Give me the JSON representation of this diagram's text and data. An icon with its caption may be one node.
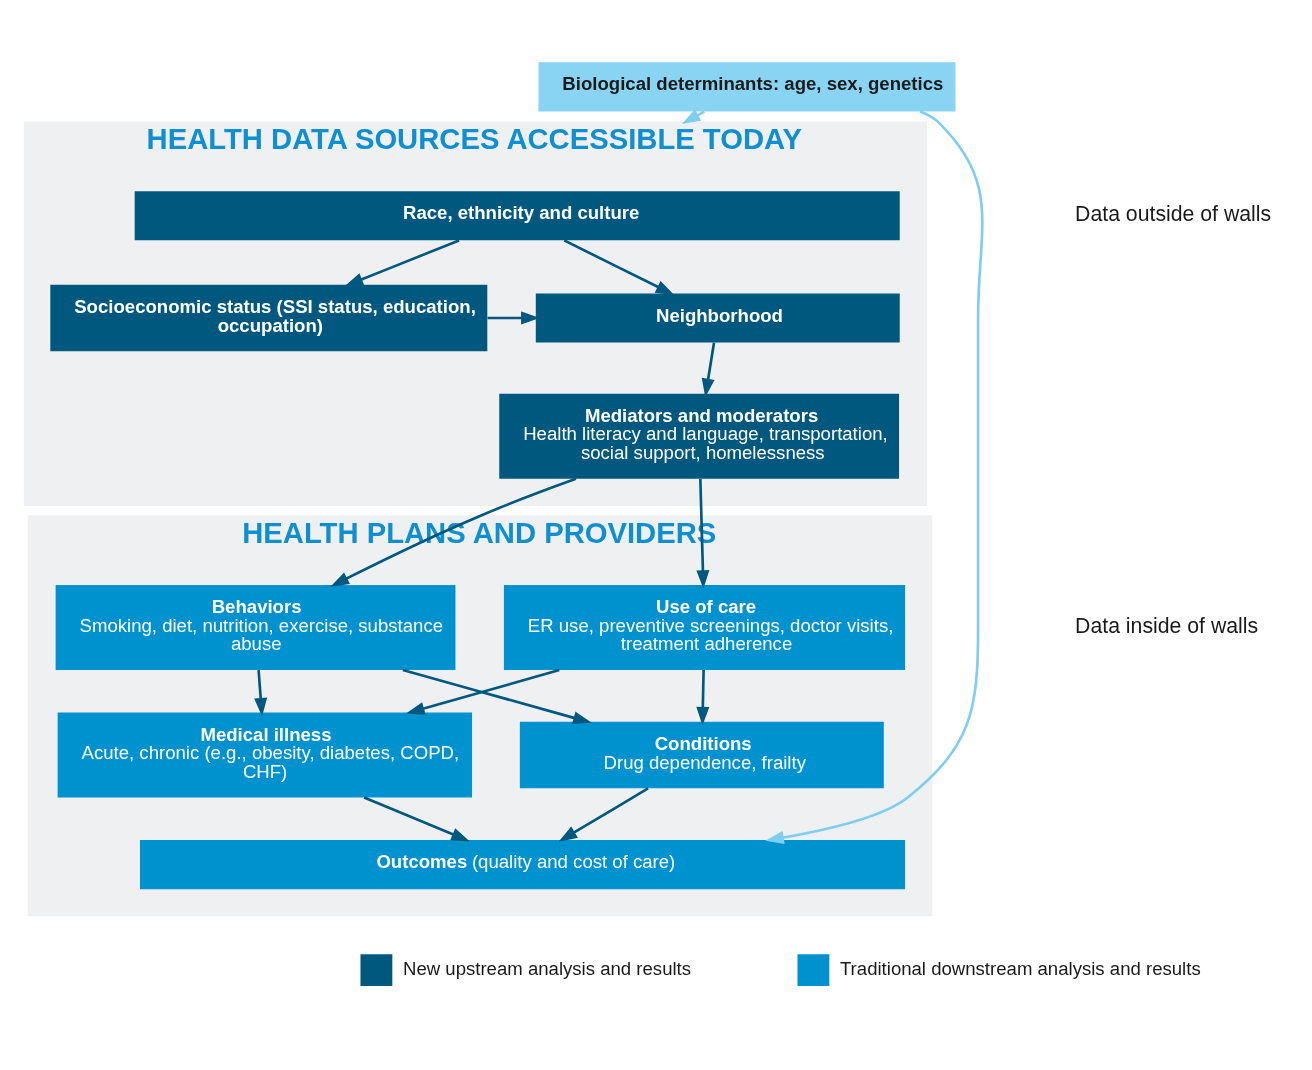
{
  "diagram": {
    "nodes": [
      {
        "text": [
          "HEALTH DATA SOURCES ACCESSIBLE TODAY"
        ]
      },
      {
        "text": [
          "Race, ethnicity and culture"
        ],
        "in": 0
      },
      {
        "text": [
          "Socioeconomic status (SSI status, education, occupation)"
        ],
        "in": 0
      },
      {
        "text": [
          "Neighborhood"
        ],
        "in": 0
      },
      {
        "text": [
          "Mediators and moderators",
          "Health literacy and language, transportation, social support, homelessness"
        ],
        "in": 0
      },
      {
        "text": [
          "HEALTH PLANS AND PROVIDERS"
        ]
      },
      {
        "text": [
          "Behaviors",
          "Smoking, diet, nutrition, exercise, substance abuse"
        ],
        "in": 5
      },
      {
        "text": [
          "Use of care",
          "ER use, preventive screenings, doctor visits, treatment adherence"
        ],
        "in": 5
      },
      {
        "text": [
          "Medical illness",
          "Acute, chronic (e.g., obesity, diabetes, COPD, CHF)"
        ],
        "in": 5
      },
      {
        "text": [
          "Conditions",
          "Drug dependence, frailty"
        ],
        "in": 5
      },
      {
        "text": [
          "**Outcomes** (quality and cost of care)"
        ],
        "in": 5
      },
      {
        "text": [
          "Biological determinants: age, sex, genetics"
        ]
      }
    ],
    "edges": [
      {
        "from": 1,
        "to": 2,
        "arrow": "to"
      },
      {
        "from": 1,
        "to": 3,
        "arrow": "to"
      },
      {
        "from": 2,
        "to": 3,
        "arrow": "to"
      },
      {
        "from": 3,
        "to": 4,
        "arrow": "to"
      },
      {
        "from": 4,
        "to": 6,
        "arrow": "to"
      },
      {
        "from": 4,
        "to": 7,
        "arrow": "to"
      },
      {
        "from": 6,
        "to": 8,
        "arrow": "to"
      },
      {
        "from": 6,
        "to": 9,
        "arrow": "to"
      },
      {
        "from": 7,
        "to": 8,
        "arrow": "to"
      },
      {
        "from": 7,
        "to": 9,
        "arrow": "to"
      },
      {
        "from": 8,
        "to": 10,
        "arrow": "to"
      },
      {
        "from": 9,
        "to": 10,
        "arrow": "to"
      },
      {
        "from": 11,
        "to": 0,
        "arrow": "to",
        "color": "#7fcdf0"
      },
      {
        "from": 11,
        "to": 10,
        "arrow": "to",
        "color": "#7fcdf0"
      }
    ],
    "labels": [
      "Data outside of walls",
      "Data inside of walls"
    ],
    "legend": [
      {
        "text": "New upstream analysis and results",
        "color": "#00587f"
      },
      {
        "text": "Traditional downstream analysis and results",
        "color": "#0091cf"
      }
    ]
  }
}
